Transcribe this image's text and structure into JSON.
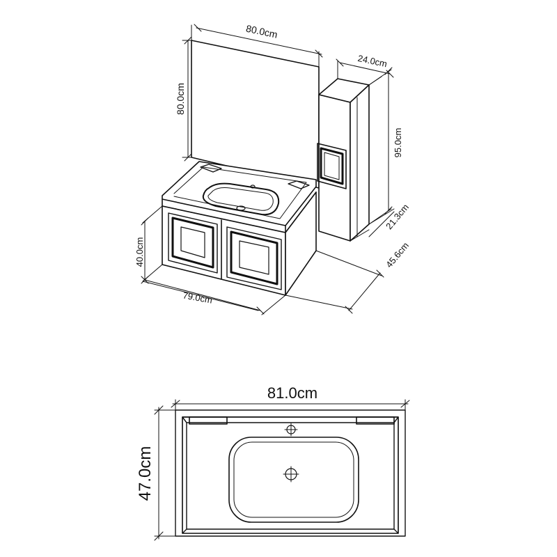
{
  "dimensions": {
    "mirror_width": "80.0cm",
    "mirror_height": "80.0cm",
    "cabinet_width": "24.0cm",
    "cabinet_height": "95.0cm",
    "cabinet_depth": "21.3cm",
    "vanity_depth": "45.6cm",
    "vanity_height": "40.0cm",
    "vanity_width": "79.0cm",
    "top_width": "81.0cm",
    "top_depth": "47.0cm"
  }
}
